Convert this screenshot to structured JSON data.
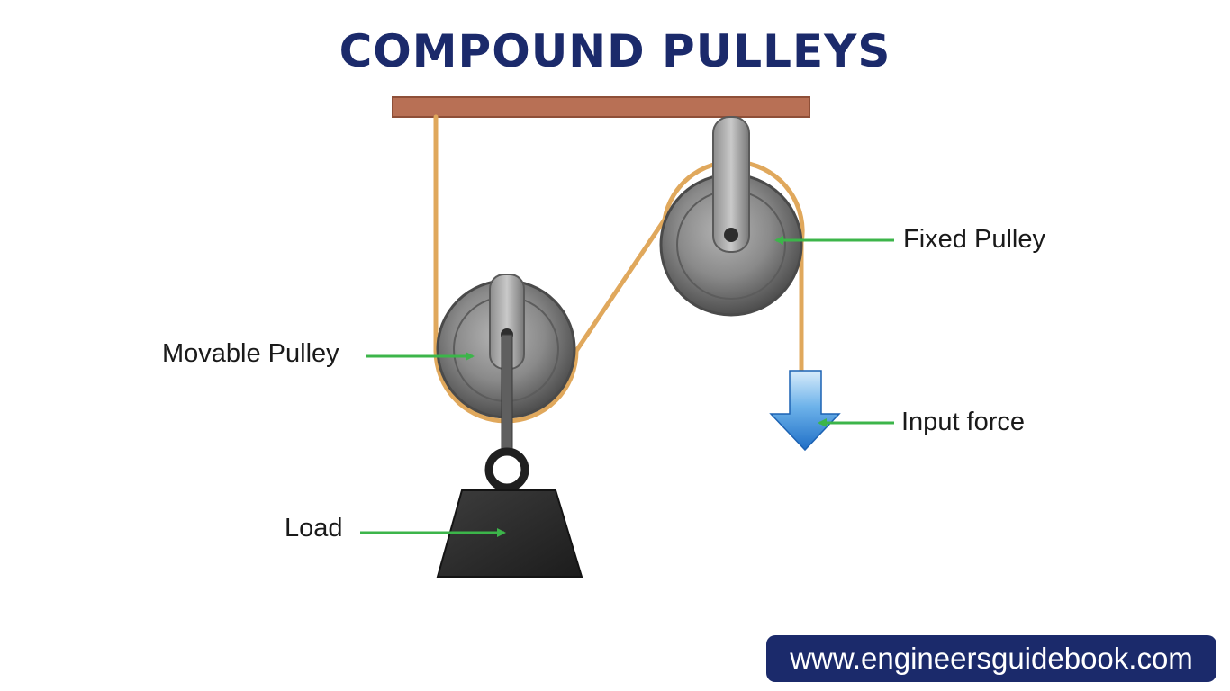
{
  "title": "COMPOUND PULLEYS",
  "labels": {
    "fixed_pulley": "Fixed Pulley",
    "movable_pulley": "Movable Pulley",
    "input_force": "Input force",
    "load": "Load"
  },
  "website": "www.engineersguidebook.com",
  "colors": {
    "title": "#1b2a6b",
    "ceiling_beam": "#b87055",
    "rope": "#e0a85c",
    "pulley": "#6e6e6e",
    "pointer_arrow": "#3cb54a",
    "input_force_arrow": "#3a86d6",
    "load": "#2f2f2f",
    "website_bg": "#1b2a6b"
  }
}
